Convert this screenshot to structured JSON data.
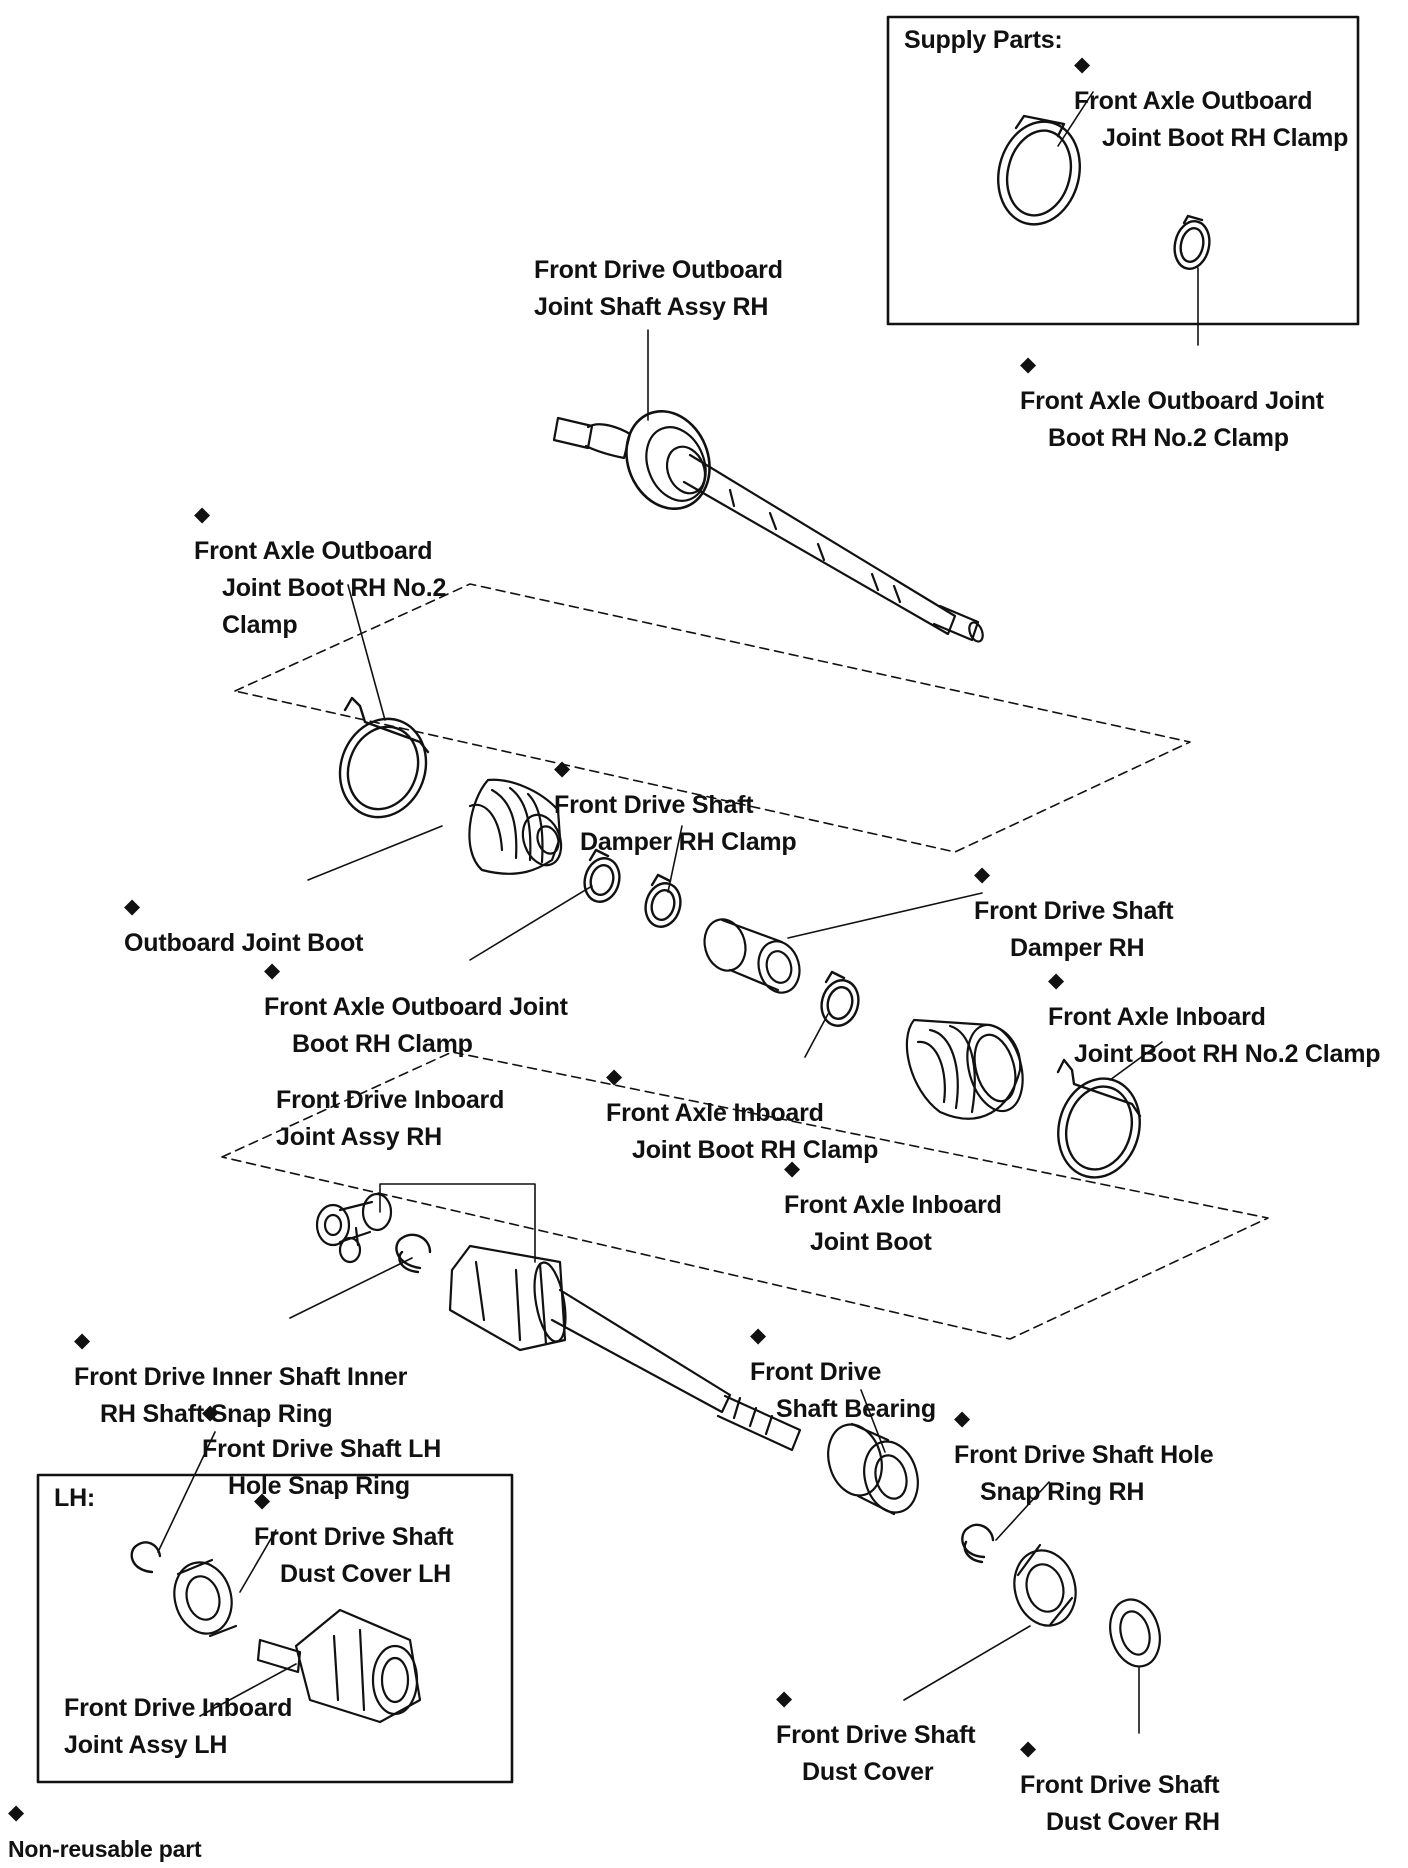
{
  "diagram": {
    "marker": "◆",
    "boxes": {
      "supply": {
        "title": "Supply Parts:"
      },
      "lh": {
        "title": "LH:"
      }
    },
    "callouts": [
      {
        "id": "supply-outboard-boot-clamp",
        "marked": true,
        "lines": [
          "Front Axle Outboard",
          "Joint Boot RH Clamp"
        ]
      },
      {
        "id": "supply-outboard-boot-no2-clamp",
        "marked": true,
        "lines": [
          "Front  Axle  Outboard  Joint",
          "Boot RH No.2 Clamp"
        ]
      },
      {
        "id": "outboard-joint-shaft-assy",
        "marked": false,
        "lines": [
          "Front Drive Outboard",
          "Joint Shaft Assy RH"
        ]
      },
      {
        "id": "outboard-boot-no2-clamp",
        "marked": true,
        "lines": [
          "Front Axle Outboard",
          "Joint Boot RH No.2",
          "Clamp"
        ]
      },
      {
        "id": "damper-clamp",
        "marked": true,
        "lines": [
          "Front Drive Shaft",
          "Damper RH Clamp"
        ]
      },
      {
        "id": "outboard-joint-boot",
        "marked": true,
        "lines": [
          "Outboard Joint Boot"
        ]
      },
      {
        "id": "damper",
        "marked": true,
        "lines": [
          "Front Drive Shaft",
          "Damper RH"
        ]
      },
      {
        "id": "outboard-boot-clamp",
        "marked": true,
        "lines": [
          "Front  Axle  Outboard  Joint",
          "Boot RH Clamp"
        ]
      },
      {
        "id": "inboard-boot-no2-clamp",
        "marked": true,
        "lines": [
          "Front Axle Inboard",
          "Joint Boot RH No.2 Clamp"
        ]
      },
      {
        "id": "inboard-joint-assy-rh",
        "marked": false,
        "lines": [
          "Front Drive Inboard",
          "Joint Assy RH"
        ]
      },
      {
        "id": "inboard-boot-clamp",
        "marked": true,
        "lines": [
          "Front Axle Inboard",
          "Joint Boot RH Clamp"
        ]
      },
      {
        "id": "inboard-joint-boot",
        "marked": true,
        "lines": [
          "Front Axle Inboard",
          "Joint Boot"
        ]
      },
      {
        "id": "inner-shaft-snap-ring",
        "marked": true,
        "lines": [
          "Front Drive Inner Shaft Inner",
          "RH Shaft Snap Ring"
        ]
      },
      {
        "id": "shaft-bearing",
        "marked": true,
        "lines": [
          "Front Drive",
          "Shaft Bearing"
        ]
      },
      {
        "id": "lh-hole-snap-ring",
        "marked": true,
        "lines": [
          "Front Drive Shaft LH",
          "Hole Snap Ring"
        ]
      },
      {
        "id": "hole-snap-ring-rh",
        "marked": true,
        "lines": [
          "Front Drive Shaft Hole",
          "Snap Ring RH"
        ]
      },
      {
        "id": "dust-cover-lh",
        "marked": true,
        "lines": [
          "Front Drive Shaft",
          "Dust Cover LH"
        ]
      },
      {
        "id": "inboard-joint-assy-lh",
        "marked": false,
        "lines": [
          "Front Drive Inboard",
          "Joint Assy LH"
        ]
      },
      {
        "id": "dust-cover",
        "marked": true,
        "lines": [
          "Front Drive Shaft",
          "Dust Cover"
        ]
      },
      {
        "id": "dust-cover-rh",
        "marked": true,
        "lines": [
          "Front Drive Shaft",
          "Dust Cover RH"
        ]
      }
    ],
    "legend": {
      "text": "Non-reusable part"
    }
  }
}
